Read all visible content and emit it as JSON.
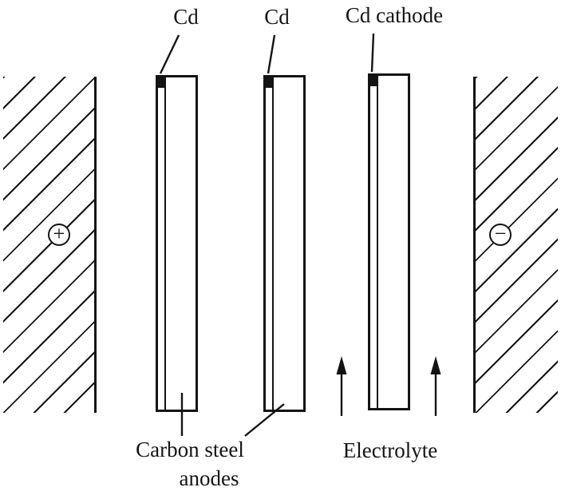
{
  "colors": {
    "ink": "#141414",
    "paper": "#ffffff"
  },
  "labels": {
    "cd_plate1": "Cd",
    "cd_plate2": "Cd",
    "cd_cathode": "Cd cathode",
    "carbon_steel": "Carbon steel",
    "anodes": "anodes",
    "electrolyte": "Electrolyte"
  },
  "terminals": {
    "positive": "+",
    "negative": "−"
  }
}
